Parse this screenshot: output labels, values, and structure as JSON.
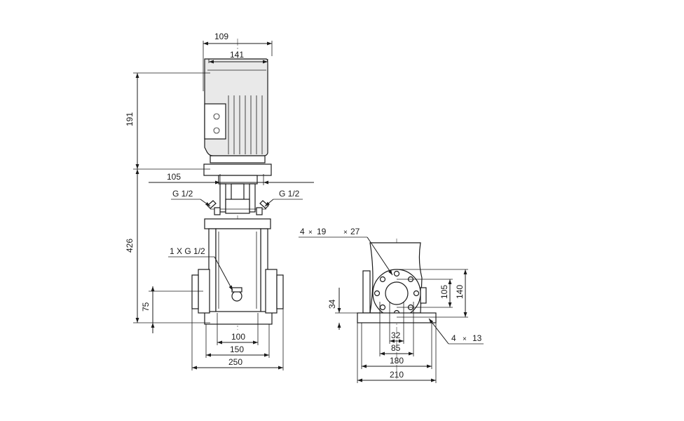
{
  "front_view": {
    "width_109": "109",
    "width_141": "141",
    "height_191": "191",
    "flange_105": "105",
    "vent_left": "G 1/2",
    "vent_right": "G 1/2",
    "height_426": "426",
    "drain": "1 X G 1/2",
    "height_75": "75",
    "base_100": "100",
    "base_150": "150",
    "base_250": "250"
  },
  "side_view": {
    "holes_count": "4",
    "holes_times": "×",
    "holes_19": "19",
    "holes_27_times": "×",
    "holes_27": "27",
    "height_34": "34",
    "pcd_105": "105",
    "flange_140": "140",
    "bore_32": "32",
    "pcd_85": "85",
    "foot_holes_count": "4",
    "foot_holes_times": "×",
    "foot_holes_13": "13",
    "base_180": "180",
    "base_210": "210"
  }
}
